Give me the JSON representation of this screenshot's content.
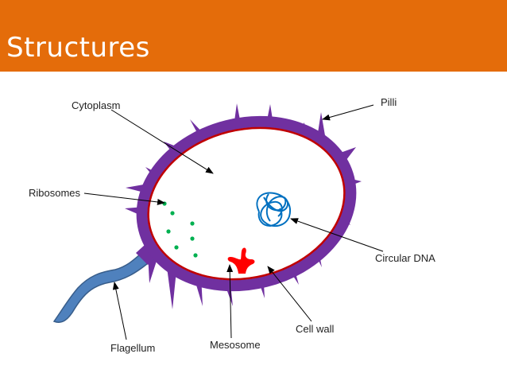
{
  "slide": {
    "title": "Structures"
  },
  "labels": {
    "cytoplasm": "Cytoplasm",
    "pilli": "Pilli",
    "ribosomes": "Ribosomes",
    "circular_dna": "Circular DNA",
    "cell_wall": "Cell wall",
    "flagellum": "Flagellum",
    "mesosome": "Mesosome"
  },
  "colors": {
    "title_bar": "#e46c0a",
    "cell_wall": "#7030a0",
    "membrane": "#c00000",
    "ribosomes": "#00b050",
    "dna": "#0070c0",
    "mesosome": "#ff0000",
    "flagellum": "#4f81bd"
  }
}
